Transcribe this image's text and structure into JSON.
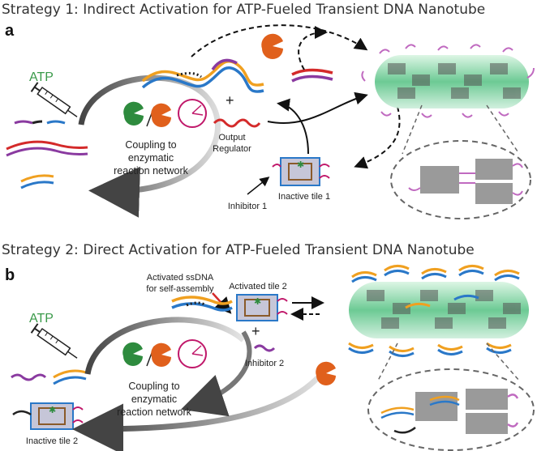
{
  "strategy1": {
    "title": "Strategy 1: Indirect Activation for ATP-Fueled Transient DNA Nanotube",
    "panel": "a",
    "atp": "ATP",
    "coupling": [
      "Coupling to",
      "enzymatic",
      "reaction network"
    ],
    "plus": "+",
    "output_regulator": [
      "Output",
      "Regulator"
    ],
    "inactive_tile": "Inactive tile 1",
    "inhibitor": "Inhibitor 1"
  },
  "strategy2": {
    "title": "Strategy 2: Direct Activation for ATP-Fueled Transient DNA Nanotube",
    "panel": "b",
    "atp": "ATP",
    "activated_ssdna": [
      "Activated ssDNA",
      "for self-assembly"
    ],
    "activated_tile": "Activated tile 2",
    "plus": "+",
    "inhibitor": "Inhibitor 2",
    "coupling": [
      "Coupling to",
      "enzymatic",
      "reaction network"
    ],
    "inactive_tile": "Inactive tile 2"
  },
  "colors": {
    "enzyme_green": "#2e8b3e",
    "enzyme_orange": "#e0601c",
    "clock": "#c0186a",
    "dna_orange": "#f0a020",
    "dna_blue": "#2a78c8",
    "dna_purple": "#8a3aa0",
    "dna_red": "#d42a2a",
    "tube_green": "#7fd6a0",
    "tile_gray": "#9a9a9a"
  },
  "icons": [
    "syringe-icon",
    "enzyme-green-icon",
    "enzyme-orange-icon",
    "clock-icon",
    "nanotube-icon"
  ]
}
